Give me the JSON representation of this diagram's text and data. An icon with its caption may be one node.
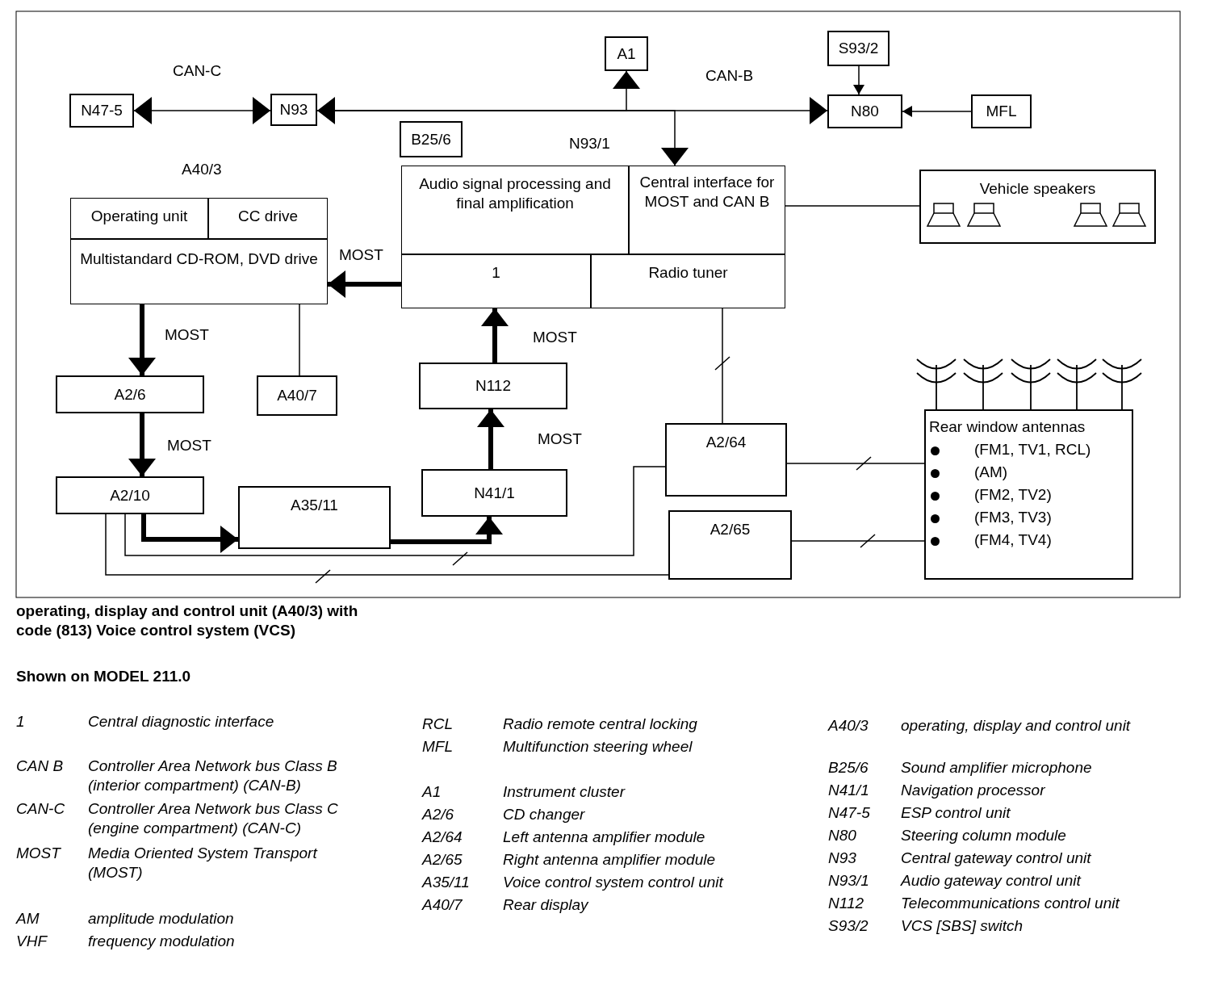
{
  "diagram": {
    "caption": "operating, display and control unit (A40/3) with code (813) Voice control system (VCS)",
    "nodes": [
      {
        "text": [
          "N47-5"
        ]
      },
      {
        "text": [
          "N93"
        ]
      },
      {
        "text": [
          "A1"
        ]
      },
      {
        "text": [
          "S93/2"
        ]
      },
      {
        "text": [
          "N80"
        ]
      },
      {
        "text": [
          "MFL"
        ]
      },
      {
        "text": [
          "B25/6"
        ]
      },
      {
        "text": [],
        "shape": "box",
        "beside": [
          "N93/1"
        ]
      },
      {
        "text": [
          "Audio signal processing and final amplification"
        ],
        "in": 7
      },
      {
        "text": [
          "Central interface for MOST and CAN B"
        ],
        "in": 7
      },
      {
        "text": [
          "1"
        ],
        "in": 7
      },
      {
        "text": [
          "Radio tuner"
        ],
        "in": 7
      },
      {
        "text": [],
        "shape": "box",
        "beside": [
          "A40/3"
        ]
      },
      {
        "text": [
          "Operating unit"
        ],
        "in": 12
      },
      {
        "text": [
          "CC drive"
        ],
        "in": 12
      },
      {
        "text": [
          "Multistandard CD-ROM, DVD drive"
        ],
        "in": 12
      },
      {
        "text": [
          "Vehicle speakers"
        ]
      },
      {
        "text": [
          "A2/6"
        ]
      },
      {
        "text": [
          "A40/7"
        ]
      },
      {
        "text": [
          "N112"
        ]
      },
      {
        "text": [
          "A2/10"
        ]
      },
      {
        "text": [
          "A35/11"
        ]
      },
      {
        "text": [
          "N41/1"
        ]
      },
      {
        "text": [
          "A2/64"
        ]
      },
      {
        "text": [
          "A2/65"
        ]
      },
      {
        "text": [
          "Rear window antennas",
          "(FM1, TV1, RCL)",
          "(AM)",
          "(FM2, TV2)",
          "(FM3, TV3)",
          "(FM4, TV4)"
        ]
      }
    ],
    "edges": [
      {
        "from": 0,
        "to": 1,
        "arrow": "both",
        "label": "CAN-C"
      },
      {
        "from": 1,
        "to": 4,
        "arrow": "both",
        "label": "CAN-B"
      },
      {
        "from": 1,
        "to": 2,
        "arrow": "to"
      },
      {
        "from": 1,
        "to": 7,
        "arrow": "to"
      },
      {
        "from": 3,
        "to": 4,
        "arrow": "to"
      },
      {
        "from": 5,
        "to": 4,
        "arrow": "to"
      },
      {
        "from": 10,
        "to": 15,
        "arrow": "to",
        "style": "thick",
        "label": "MOST"
      },
      {
        "from": 9,
        "to": 16,
        "arrow": "none"
      },
      {
        "from": 15,
        "to": 17,
        "arrow": "to",
        "style": "thick",
        "label": "MOST"
      },
      {
        "from": 15,
        "to": 18,
        "arrow": "none"
      },
      {
        "from": 17,
        "to": 20,
        "arrow": "to",
        "style": "thick",
        "label": "MOST"
      },
      {
        "from": 20,
        "to": 21,
        "arrow": "to",
        "style": "thick"
      },
      {
        "from": 21,
        "to": 22,
        "arrow": "to",
        "style": "thick"
      },
      {
        "from": 22,
        "to": 19,
        "arrow": "to",
        "style": "thick",
        "label": "MOST"
      },
      {
        "from": 19,
        "to": 10,
        "arrow": "to",
        "style": "thick",
        "label": "MOST"
      },
      {
        "from": 11,
        "to": 23,
        "arrow": "none"
      },
      {
        "from": 20,
        "to": 23,
        "arrow": "none"
      },
      {
        "from": 20,
        "to": 24,
        "arrow": "none"
      },
      {
        "from": 23,
        "to": 25,
        "arrow": "none"
      },
      {
        "from": 24,
        "to": 25,
        "arrow": "none"
      }
    ],
    "labels": [
      "Shown on MODEL 211.0",
      "1",
      "Central diagnostic interface",
      "CAN B",
      "Controller Area Network bus Class B (interior compartment) (CAN-B)",
      "CAN-C",
      "Controller Area Network bus Class C (engine compartment) (CAN-C)",
      "MOST",
      "Media Oriented System Transport (MOST)",
      "AM",
      "amplitude modulation",
      "VHF",
      "frequency modulation",
      "RCL",
      "Radio remote central locking",
      "MFL",
      "Multifunction steering wheel",
      "A1",
      "Instrument cluster",
      "A2/6",
      "CD changer",
      "A2/64",
      "Left antenna amplifier module",
      "A2/65",
      "Right antenna amplifier module",
      "A35/11",
      "Voice control system control unit",
      "A40/7",
      "Rear display",
      "A40/3",
      "operating, display and control unit",
      "B25/6",
      "Sound amplifier microphone",
      "N41/1",
      "Navigation processor",
      "N47-5",
      "ESP control unit",
      "N80",
      "Steering column module",
      "N93",
      "Central gateway control unit",
      "N93/1",
      "Audio gateway control unit",
      "N112",
      "Telecommunications control unit",
      "S93/2",
      "VCS [SBS] switch"
    ]
  }
}
